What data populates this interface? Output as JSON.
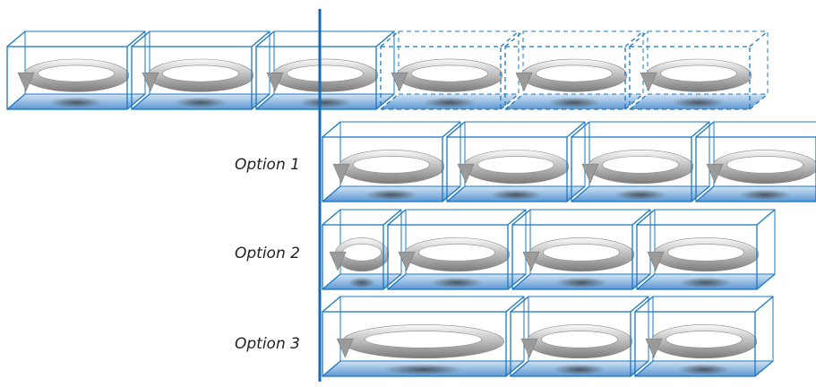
{
  "diagram": {
    "colors": {
      "frame": "#1b78c4",
      "floor_top": "#d3e4f4",
      "floor_bottom": "#5b97d2",
      "ring_light": "#f4f4f4",
      "ring_dark": "#7f7f7f",
      "divider": "#1769b3"
    },
    "original_row": {
      "boxes": [
        {
          "style": "solid"
        },
        {
          "style": "solid"
        },
        {
          "style": "solid"
        },
        {
          "style": "dashed"
        },
        {
          "style": "dashed"
        },
        {
          "style": "dashed"
        }
      ]
    },
    "options": [
      {
        "label": "Option 1",
        "boxes": [
          {
            "size": "regular"
          },
          {
            "size": "regular"
          },
          {
            "size": "regular"
          },
          {
            "size": "regular"
          }
        ]
      },
      {
        "label": "Option 2",
        "boxes": [
          {
            "size": "short"
          },
          {
            "size": "regular"
          },
          {
            "size": "regular"
          },
          {
            "size": "regular"
          }
        ]
      },
      {
        "label": "Option 3",
        "boxes": [
          {
            "size": "long"
          },
          {
            "size": "regular"
          },
          {
            "size": "regular"
          }
        ]
      }
    ]
  }
}
